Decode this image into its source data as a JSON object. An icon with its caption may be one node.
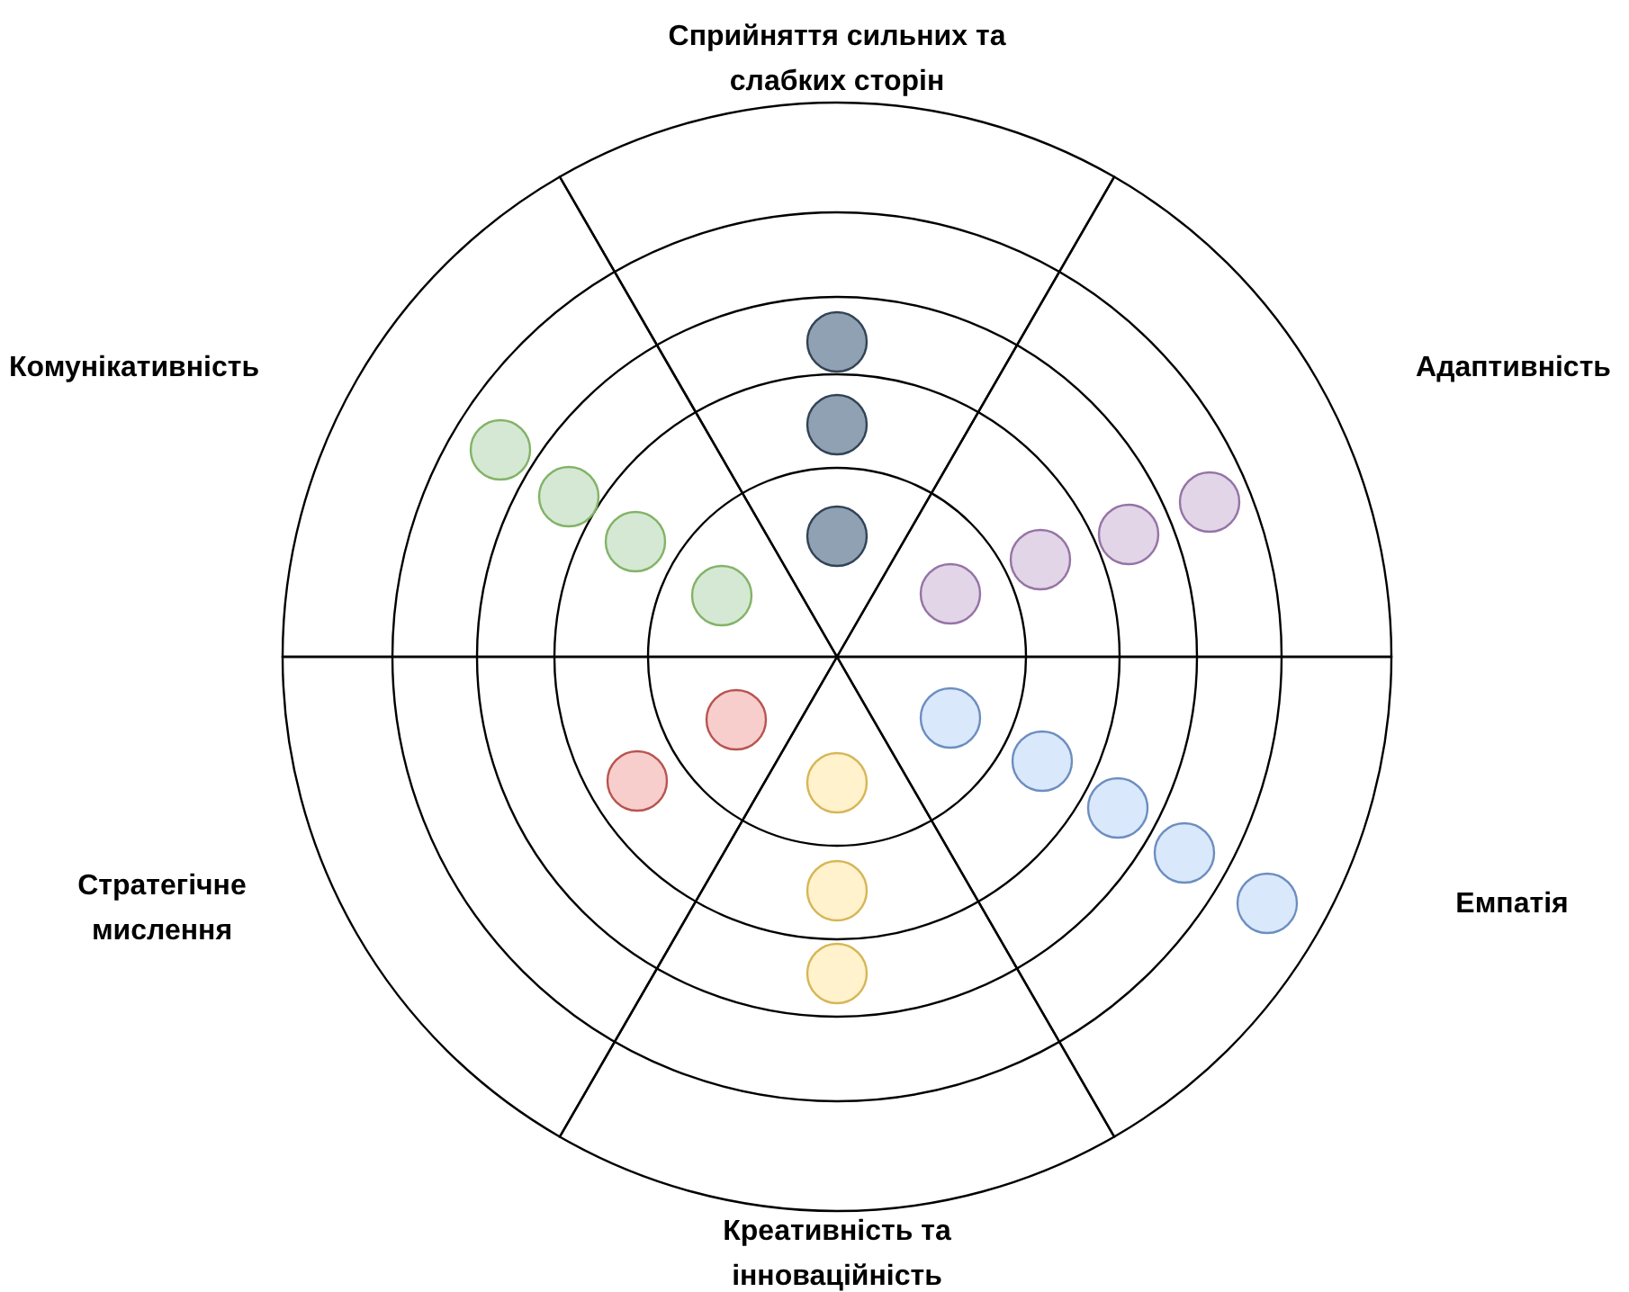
{
  "diagram": {
    "nodes": [
      {
        "text": [
          "Сприйняття сильних та слабких сторін"
        ]
      },
      {
        "text": [
          "Комунікативність"
        ]
      },
      {
        "text": [
          "Адаптивність"
        ]
      },
      {
        "text": [
          "Стратегічне мислення"
        ]
      },
      {
        "text": [
          "Емпатія"
        ]
      },
      {
        "text": [
          "Креативність та інноваційність"
        ]
      },
      {
        "text": [],
        "shape": "circle",
        "in": 0
      },
      {
        "text": [],
        "shape": "circle",
        "in": 0
      },
      {
        "text": [],
        "shape": "circle",
        "in": 0
      },
      {
        "text": [],
        "shape": "circle",
        "in": 1
      },
      {
        "text": [],
        "shape": "circle",
        "in": 1
      },
      {
        "text": [],
        "shape": "circle",
        "in": 1
      },
      {
        "text": [],
        "shape": "circle",
        "in": 1
      },
      {
        "text": [],
        "shape": "circle",
        "in": 2
      },
      {
        "text": [],
        "shape": "circle",
        "in": 2
      },
      {
        "text": [],
        "shape": "circle",
        "in": 2
      },
      {
        "text": [],
        "shape": "circle",
        "in": 2
      },
      {
        "text": [],
        "shape": "circle",
        "in": 3
      },
      {
        "text": [],
        "shape": "circle",
        "in": 3
      },
      {
        "text": [],
        "shape": "circle",
        "in": 4
      },
      {
        "text": [],
        "shape": "circle",
        "in": 4
      },
      {
        "text": [],
        "shape": "circle",
        "in": 4
      },
      {
        "text": [],
        "shape": "circle",
        "in": 4
      },
      {
        "text": [],
        "shape": "circle",
        "in": 4
      },
      {
        "text": [],
        "shape": "circle",
        "in": 5
      },
      {
        "text": [],
        "shape": "circle",
        "in": 5
      },
      {
        "text": [],
        "shape": "circle",
        "in": 5
      }
    ]
  }
}
